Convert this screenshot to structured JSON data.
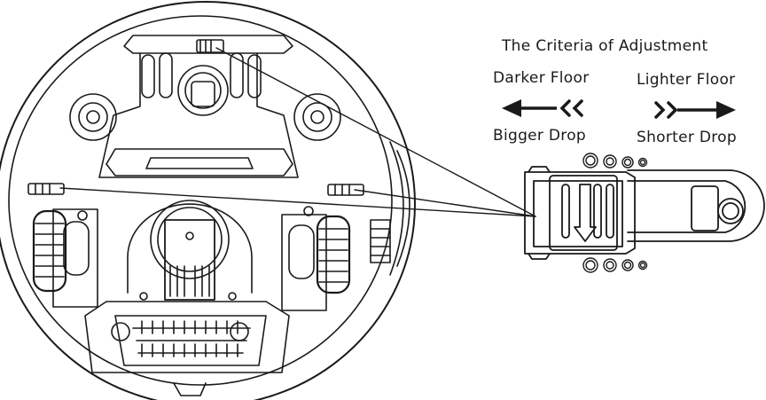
{
  "legend": {
    "title": "The Criteria of Adjustment",
    "left_top": "Darker Floor",
    "left_bottom": "Bigger Drop",
    "right_top": "Lighter Floor",
    "right_bottom": "Shorter Drop"
  },
  "icons": {
    "left": "arrow-left-double-chevron-icon",
    "right": "arrow-right-double-chevron-icon"
  },
  "colors": {
    "line": "#1a1a1a",
    "background": "#ffffff"
  }
}
